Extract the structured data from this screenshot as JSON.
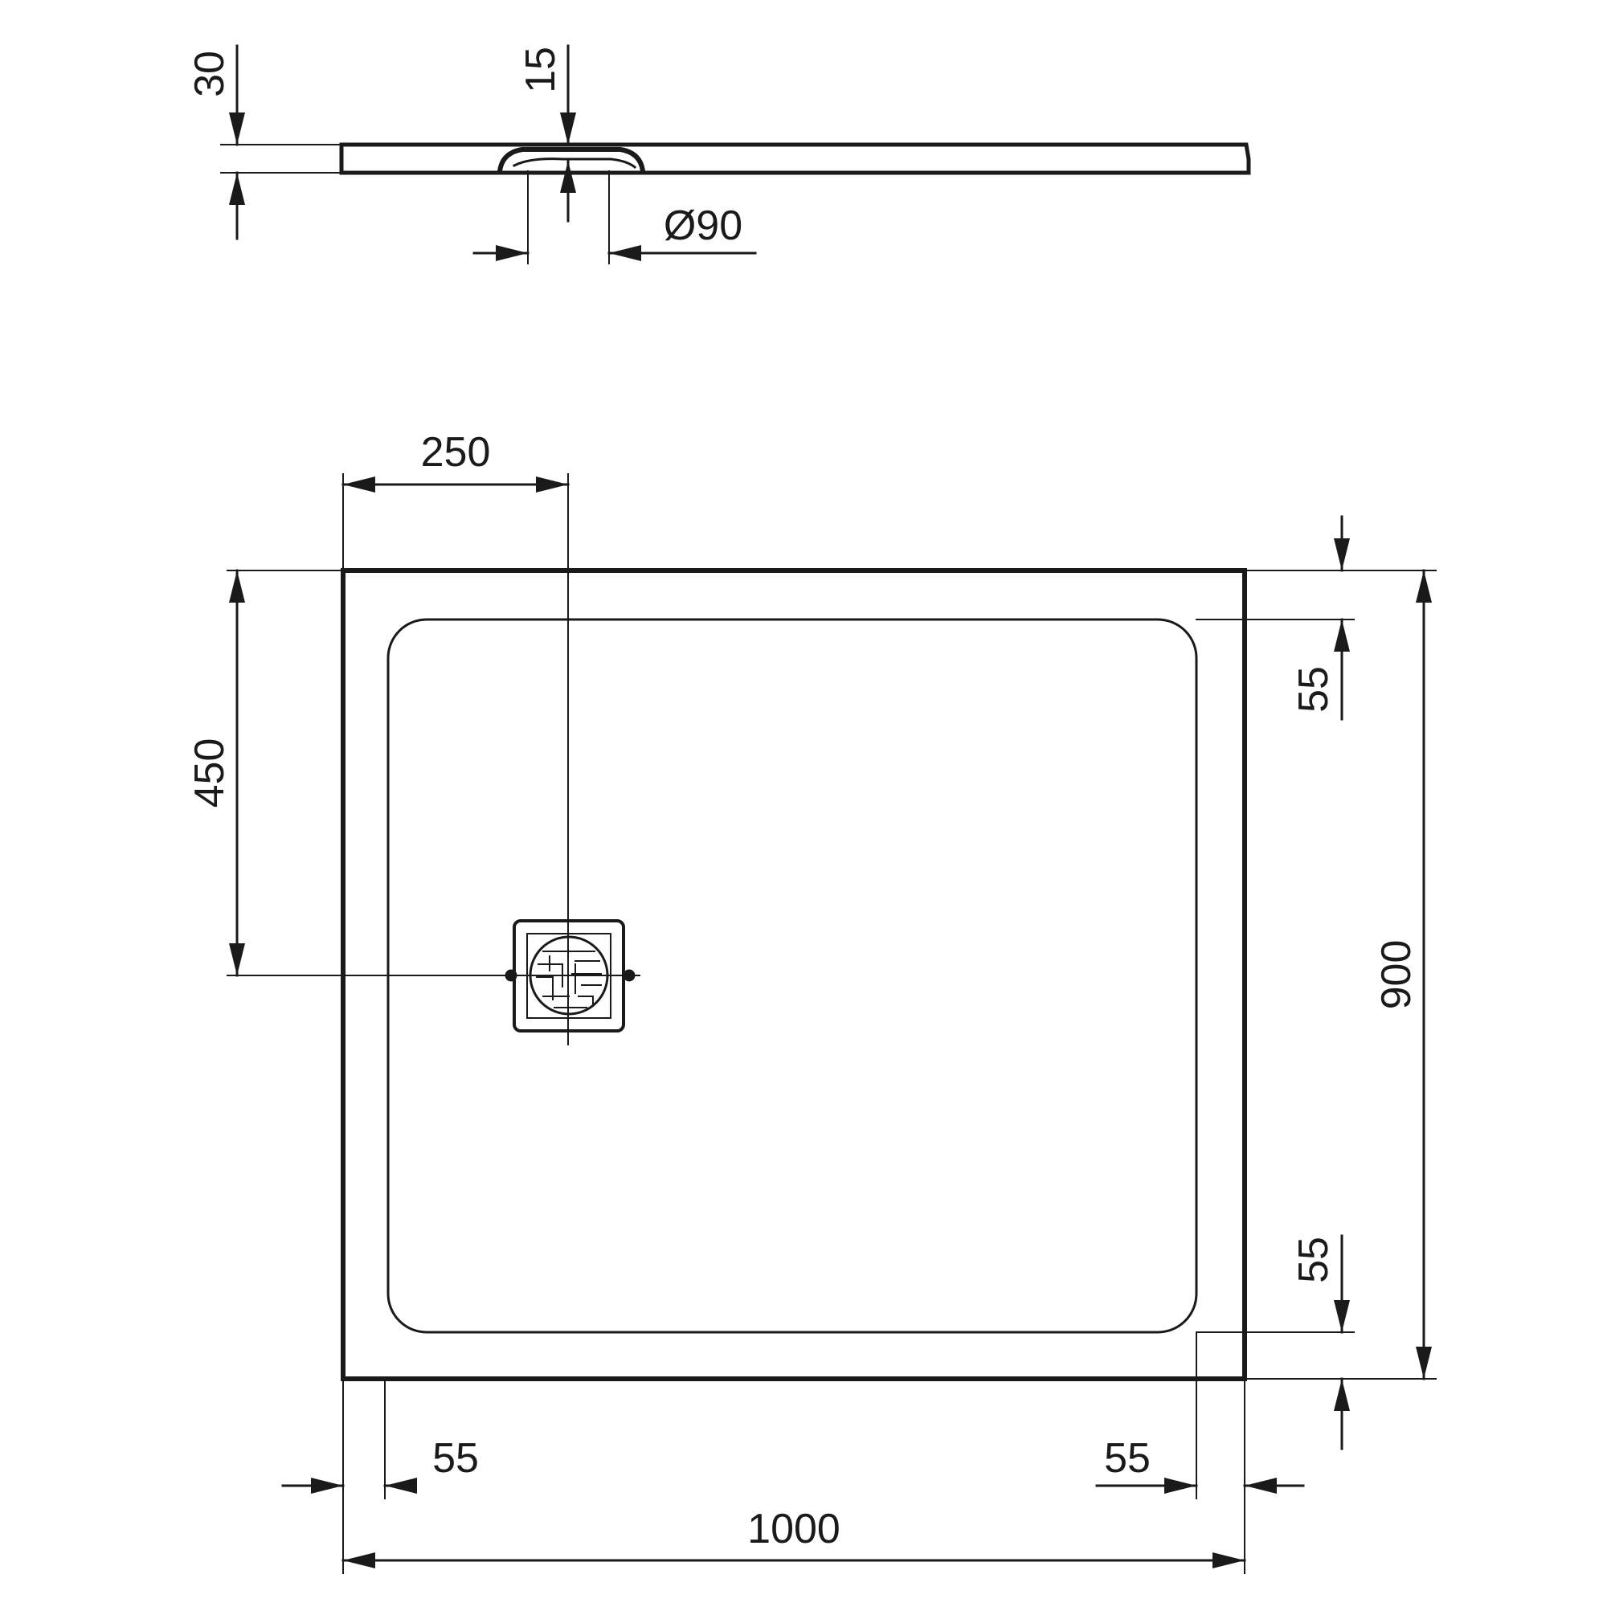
{
  "colors": {
    "ink": "#1a1a1a",
    "background": "#ffffff"
  },
  "side_view": {
    "height_label": "30",
    "drain_depth_label": "15",
    "drain_diameter_label": "Ø90"
  },
  "plan_view": {
    "drain_x_offset_label": "250",
    "drain_y_offset_label": "450",
    "border_top_label": "55",
    "border_bottom_label": "55",
    "border_left_label": "55",
    "border_right_label": "55",
    "total_width_label": "1000",
    "total_depth_label": "900"
  }
}
